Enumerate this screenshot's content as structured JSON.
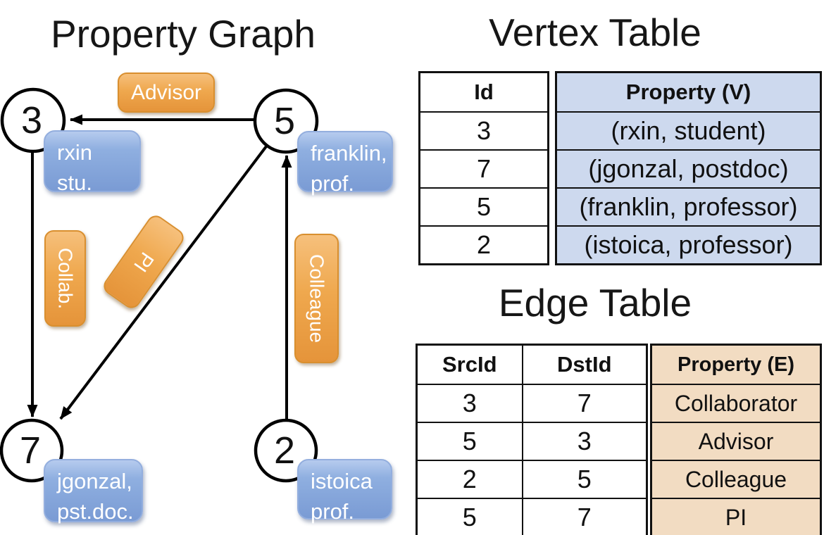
{
  "graph": {
    "title": "Property Graph",
    "nodes": [
      {
        "id": "3",
        "prop_line1": "rxin",
        "prop_line2": "stu."
      },
      {
        "id": "5",
        "prop_line1": "franklin,",
        "prop_line2": "prof."
      },
      {
        "id": "7",
        "prop_line1": "jgonzal,",
        "prop_line2": "pst.doc."
      },
      {
        "id": "2",
        "prop_line1": "istoica",
        "prop_line2": "prof."
      }
    ],
    "edge_labels": {
      "advisor": "Advisor",
      "collab": "Collab.",
      "pi": "PI",
      "colleague": "Colleague"
    }
  },
  "vertex_table": {
    "title": "Vertex Table",
    "columns": [
      "Id",
      "Property (V)"
    ],
    "rows": [
      [
        "3",
        "(rxin, student)"
      ],
      [
        "7",
        "(jgonzal, postdoc)"
      ],
      [
        "5",
        "(franklin, professor)"
      ],
      [
        "2",
        "(istoica, professor)"
      ]
    ]
  },
  "edge_table": {
    "title": "Edge Table",
    "columns": [
      "SrcId",
      "DstId",
      "Property (E)"
    ],
    "rows": [
      [
        "3",
        "7",
        "Collaborator"
      ],
      [
        "5",
        "3",
        "Advisor"
      ],
      [
        "2",
        "5",
        "Colleague"
      ],
      [
        "5",
        "7",
        "PI"
      ]
    ]
  },
  "colors": {
    "edge_label_orange": "#efa84e",
    "vertex_box_blue": "#8fafe0",
    "vertex_table_fill": "#cdd9ee",
    "edge_table_fill": "#f2dcc2",
    "line_black": "#000000"
  }
}
